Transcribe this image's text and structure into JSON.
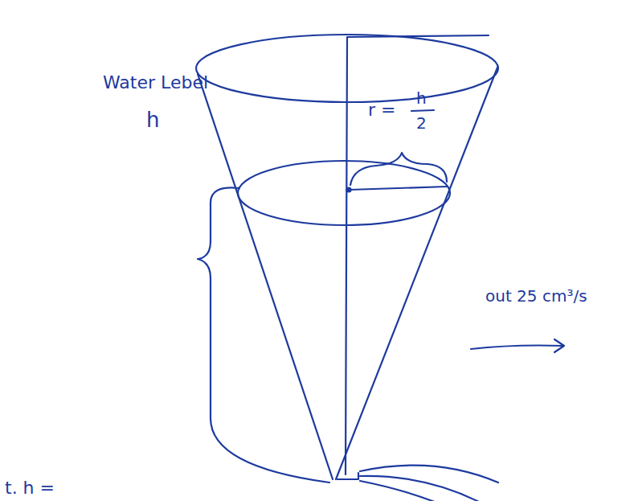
{
  "diagram": {
    "labels": [
      "Water Lebel",
      "h",
      "r =",
      "h",
      "2",
      "out 25 cm³/s",
      "t. h ="
    ]
  }
}
